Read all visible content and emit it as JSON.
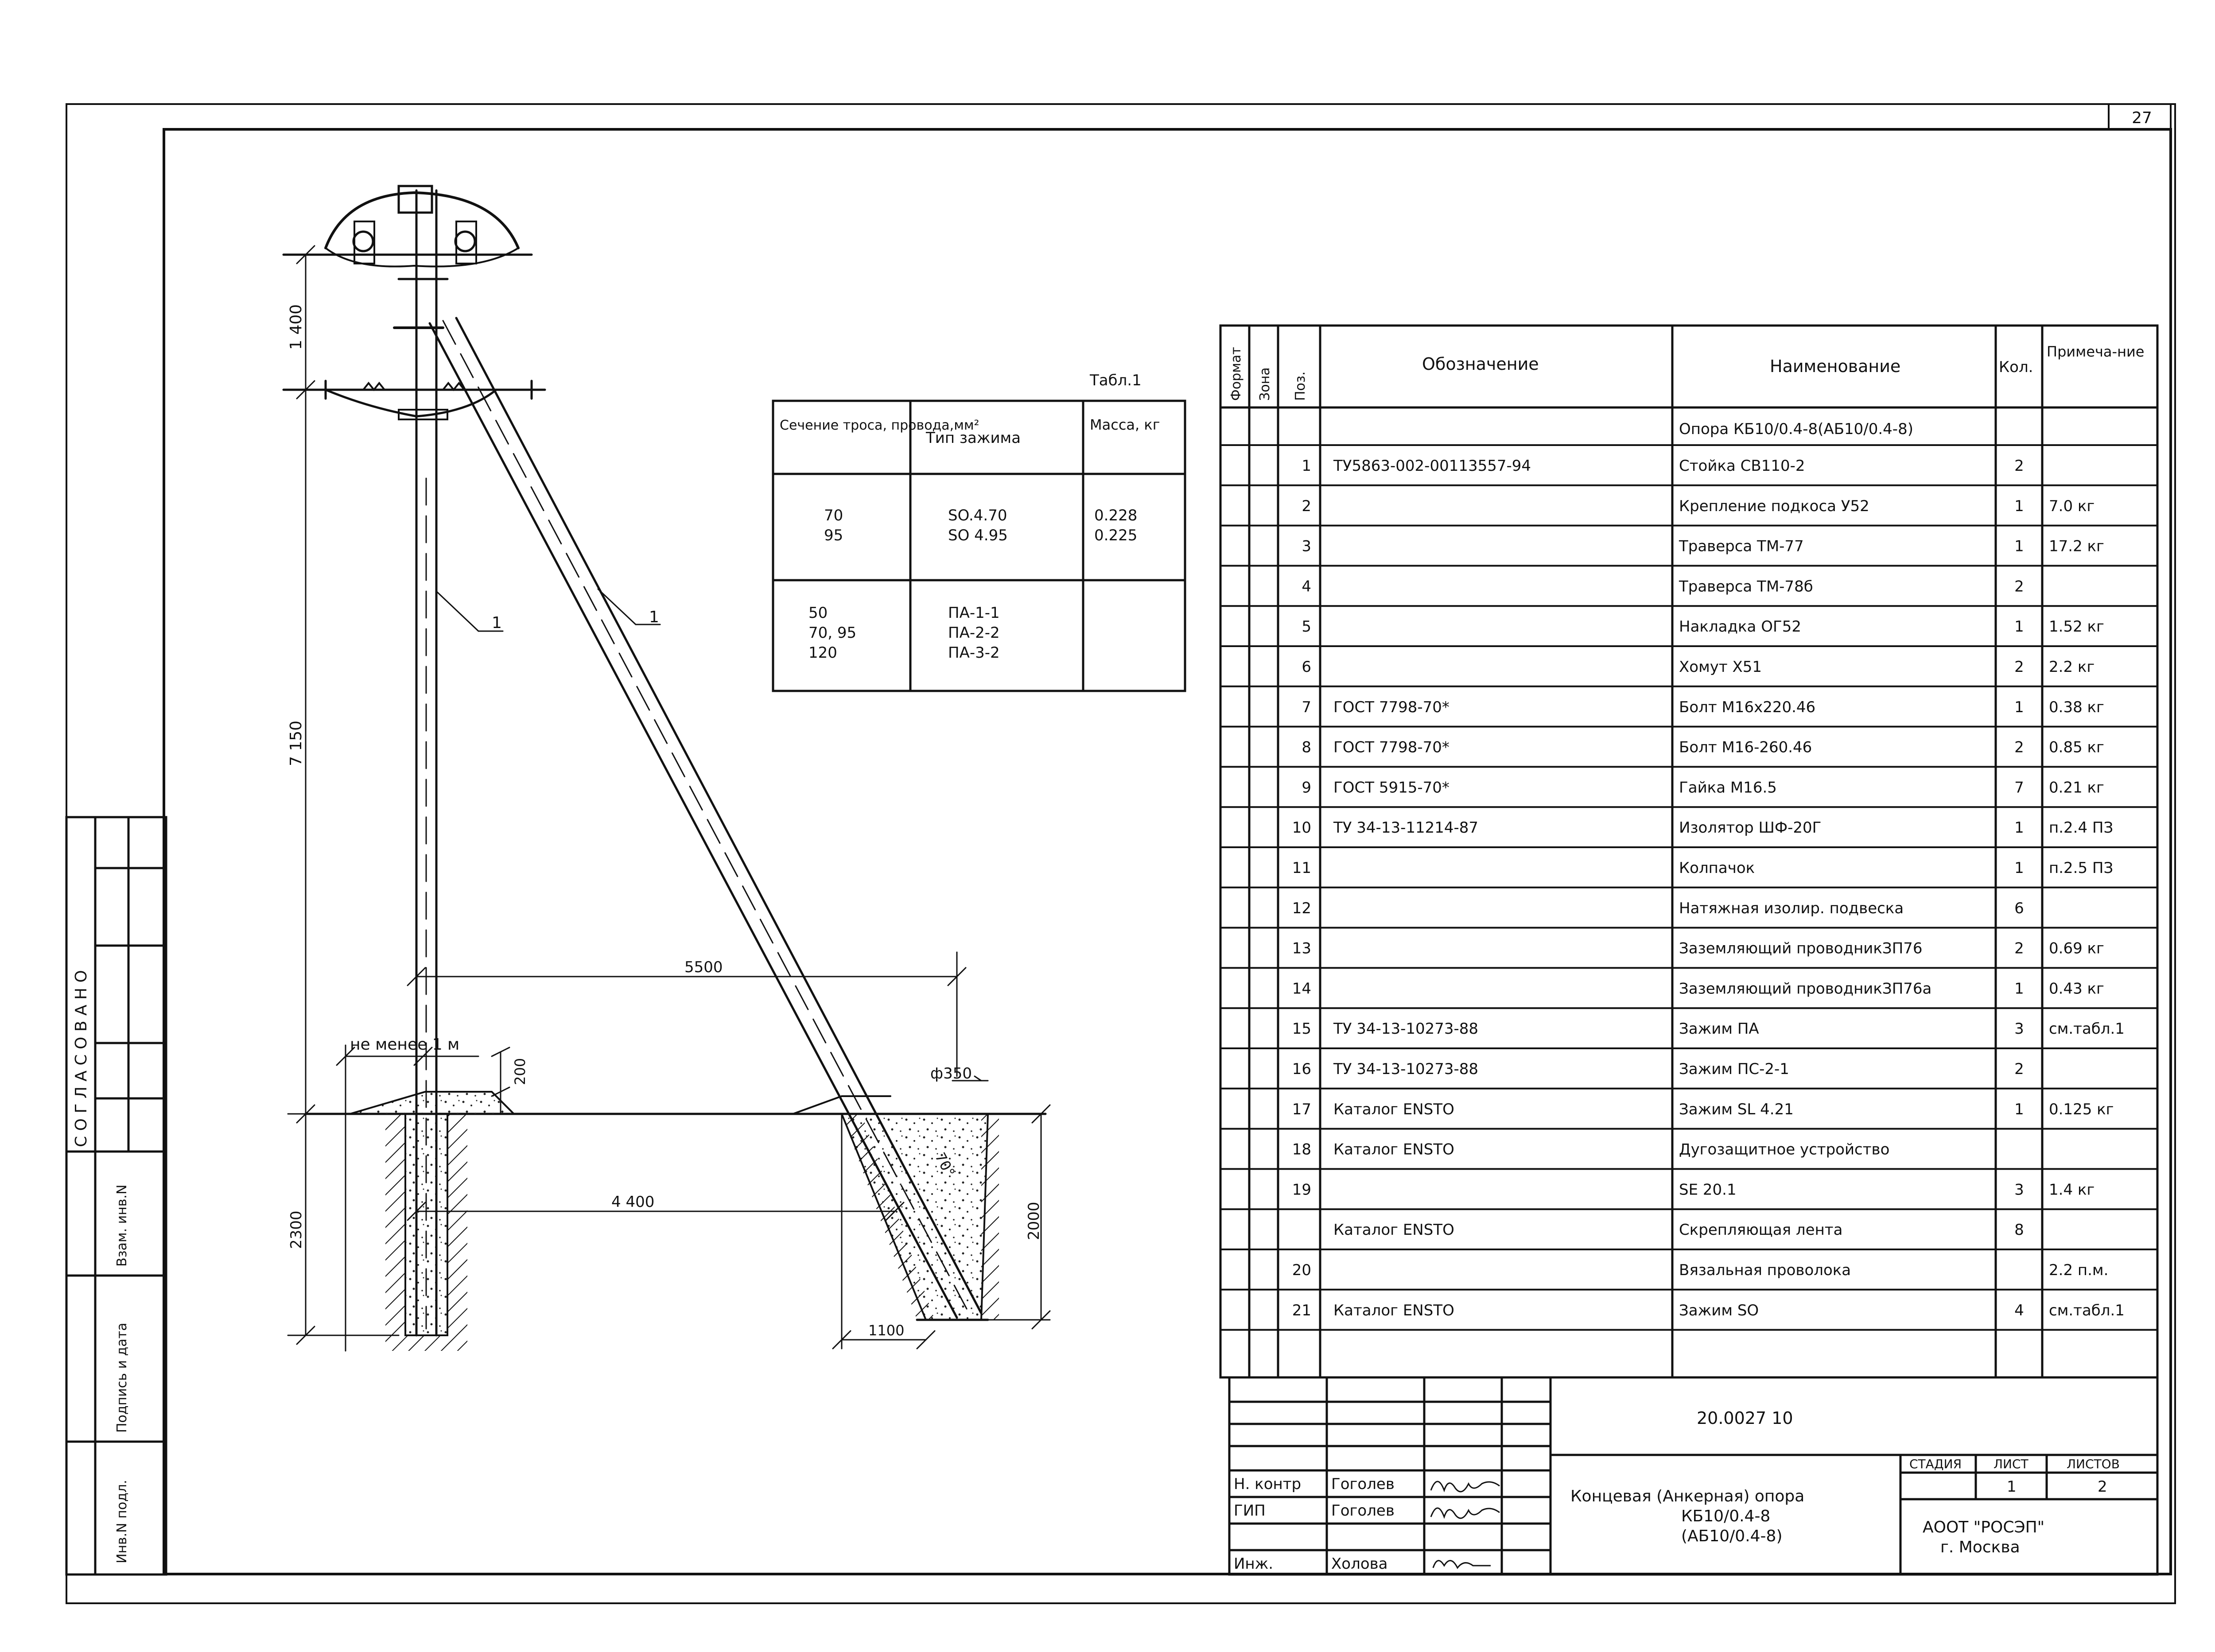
{
  "page": {
    "sheet_number": "27",
    "side_stamp": {
      "title": "С О Г Л А С О В А Н О",
      "labels": [
        "Взам. инв.N",
        "Подпись и дата",
        "Инв.N подл."
      ]
    }
  },
  "drawing": {
    "dimensions": {
      "top_height": "1 400",
      "pole_height": "7 150",
      "depth_left": "2300",
      "depth_right": "2000",
      "span_top": "5500",
      "span_bottom": "4 400",
      "min_distance": "не менее 1 м",
      "mound_height": "200",
      "hole_diameter": "ф350",
      "hole_width": "1100",
      "strut_angle": "70°"
    },
    "callouts": [
      "1",
      "1"
    ]
  },
  "table1": {
    "caption": "Табл.1",
    "headers": [
      "Сечение троса, провода,мм²",
      "Тип зажима",
      "Масса, кг"
    ],
    "rows": [
      {
        "section": [
          "70",
          "95"
        ],
        "clamp": [
          "SO.4.70",
          "SO 4.95"
        ],
        "mass": [
          "0.228",
          "0.225"
        ]
      },
      {
        "section": [
          "50",
          "70, 95",
          "120"
        ],
        "clamp": [
          "ПА-1-1",
          "ПА-2-2",
          "ПА-3-2"
        ],
        "mass": []
      }
    ]
  },
  "spec": {
    "headers": {
      "format": "Формат",
      "zone": "Зона",
      "pos": "Поз.",
      "designation": "Обозначение",
      "name": "Наименование",
      "qty": "Кол.",
      "note": "Примеча-ние"
    },
    "title_row": "Опора КБ10/0.4-8(АБ10/0.4-8)",
    "rows": [
      {
        "pos": "1",
        "designation": "ТУ5863-002-00113557-94",
        "name": "Стойка СВ110-2",
        "qty": "2",
        "note": ""
      },
      {
        "pos": "2",
        "designation": "",
        "name": "Крепление подкоса У52",
        "qty": "1",
        "note": "7.0 кг"
      },
      {
        "pos": "3",
        "designation": "",
        "name": "Траверса ТМ-77",
        "qty": "1",
        "note": "17.2 кг"
      },
      {
        "pos": "4",
        "designation": "",
        "name": "Траверса ТМ-78б",
        "qty": "2",
        "note": ""
      },
      {
        "pos": "5",
        "designation": "",
        "name": "Накладка ОГ52",
        "qty": "1",
        "note": "1.52 кг"
      },
      {
        "pos": "6",
        "designation": "",
        "name": "Хомут Х51",
        "qty": "2",
        "note": "2.2 кг"
      },
      {
        "pos": "7",
        "designation": "ГОСТ 7798-70*",
        "name": "Болт М16х220.46",
        "qty": "1",
        "note": "0.38 кг"
      },
      {
        "pos": "8",
        "designation": "ГОСТ 7798-70*",
        "name": "Болт М16-260.46",
        "qty": "2",
        "note": "0.85 кг"
      },
      {
        "pos": "9",
        "designation": "ГОСТ 5915-70*",
        "name": "Гайка М16.5",
        "qty": "7",
        "note": "0.21 кг"
      },
      {
        "pos": "10",
        "designation": "ТУ 34-13-11214-87",
        "name": "Изолятор ШФ-20Г",
        "qty": "1",
        "note": "п.2.4 ПЗ"
      },
      {
        "pos": "11",
        "designation": "",
        "name": "Колпачок",
        "qty": "1",
        "note": "п.2.5 ПЗ"
      },
      {
        "pos": "12",
        "designation": "",
        "name": "Натяжная изолир. подвеска",
        "qty": "6",
        "note": ""
      },
      {
        "pos": "13",
        "designation": "",
        "name": "Заземляющий проводникЗП76",
        "qty": "2",
        "note": "0.69 кг"
      },
      {
        "pos": "14",
        "designation": "",
        "name": "Заземляющий проводникЗП76а",
        "qty": "1",
        "note": "0.43 кг"
      },
      {
        "pos": "15",
        "designation": "ТУ 34-13-10273-88",
        "name": "Зажим ПА",
        "qty": "3",
        "note": "см.табл.1"
      },
      {
        "pos": "16",
        "designation": "ТУ 34-13-10273-88",
        "name": "Зажим ПС-2-1",
        "qty": "2",
        "note": ""
      },
      {
        "pos": "17",
        "designation": "Каталог ENSTO",
        "name": "Зажим SL 4.21",
        "qty": "1",
        "note": "0.125 кг"
      },
      {
        "pos": "18",
        "designation": "Каталог ENSTO",
        "name": "Дугозащитное устройство",
        "qty": "",
        "note": ""
      },
      {
        "pos": "19",
        "designation": "",
        "name": "SE 20.1",
        "qty": "3",
        "note": "1.4 кг"
      },
      {
        "pos": "",
        "designation": "Каталог ENSTO",
        "name": "Скрепляющая лента",
        "qty": "8",
        "note": ""
      },
      {
        "pos": "20",
        "designation": "",
        "name": "Вязальная проволока",
        "qty": "",
        "note": "2.2 п.м."
      },
      {
        "pos": "21",
        "designation": "Каталог ENSTO",
        "name": "Зажим SO",
        "qty": "4",
        "note": "см.табл.1"
      }
    ]
  },
  "title_block": {
    "doc_code": "20.0027 10",
    "roles": [
      {
        "role": "Н. контр",
        "name": "Гоголев"
      },
      {
        "role": "ГИП",
        "name": "Гоголев"
      },
      {
        "role": "Инж.",
        "name": "Холова"
      }
    ],
    "title": [
      "Концевая (Анкерная) опора",
      "КБ10/0.4-8",
      "(АБ10/0.4-8)"
    ],
    "stage_label": "СТАДИЯ",
    "sheet_label": "ЛИСТ",
    "sheets_label": "ЛИСТОВ",
    "stage": "",
    "sheet": "1",
    "sheets": "2",
    "org": [
      "АООТ \"РОСЭП\"",
      "г. Москва"
    ]
  }
}
